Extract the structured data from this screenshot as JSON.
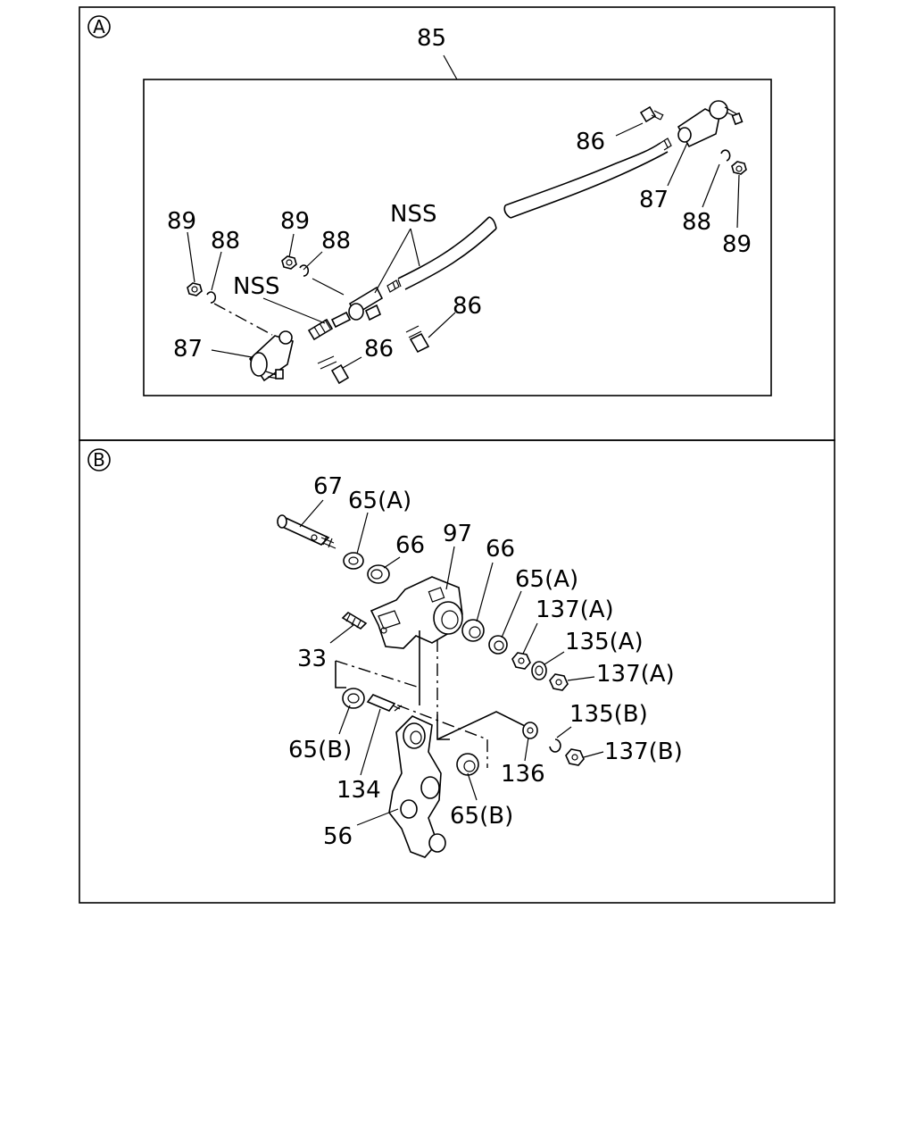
{
  "panel_a": {
    "marker": "A",
    "labels": {
      "p85": "85",
      "p86_top": "86",
      "p87_right": "87",
      "p88_right": "88",
      "p89_right": "89",
      "p89_left": "89",
      "p88_left": "88",
      "p89_mid": "89",
      "p88_mid": "88",
      "nss_upper": "NSS",
      "nss_lower": "NSS",
      "p86_mid": "86",
      "p87_left": "87",
      "p86_bottom": "86"
    }
  },
  "panel_b": {
    "marker": "B",
    "labels": {
      "p67": "67",
      "p65a_1": "65(A)",
      "p66_1": "66",
      "p97": "97",
      "p66_2": "66",
      "p65a_2": "65(A)",
      "p137a_1": "137(A)",
      "p135a": "135(A)",
      "p137a_2": "137(A)",
      "p33": "33",
      "p135b": "135(B)",
      "p137b": "137(B)",
      "p65b_1": "65(B)",
      "p136": "136",
      "p134": "134",
      "p65b_2": "65(B)",
      "p56": "56"
    }
  }
}
